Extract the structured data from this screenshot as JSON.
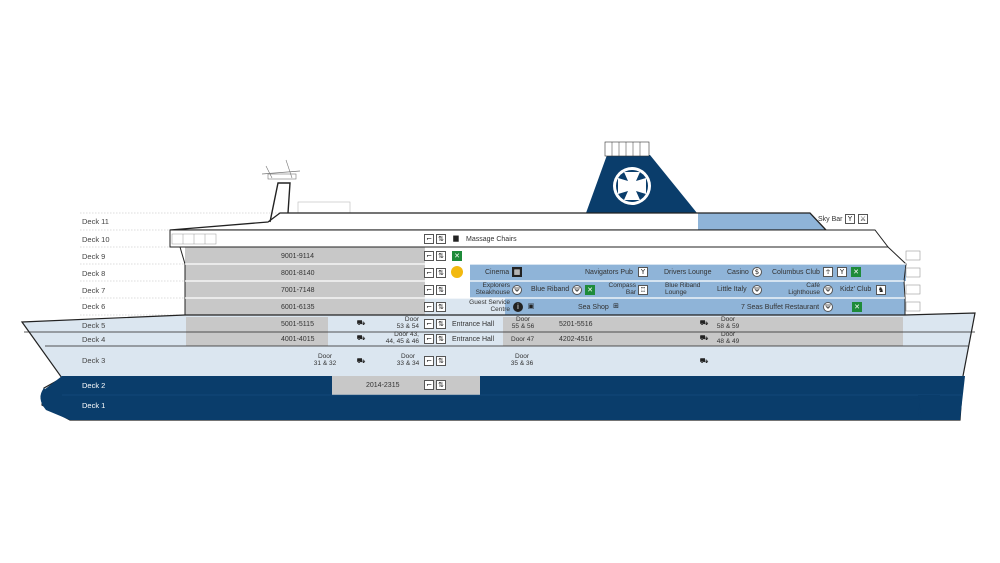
{
  "decks": {
    "deck11": "Deck 11",
    "deck10": "Deck 10",
    "deck9": "Deck 9",
    "deck8": "Deck 8",
    "deck7": "Deck 7",
    "deck6": "Deck 6",
    "deck5": "Deck 5",
    "deck4": "Deck 4",
    "deck3": "Deck 3",
    "deck2": "Deck 2",
    "deck1": "Deck 1"
  },
  "cabins": {
    "d9": "9001-9114",
    "d8": "8001-8140",
    "d7": "7001-7148",
    "d6": "6001-6135",
    "d5a": "5001-5115",
    "d5b": "5201-5516",
    "d4a": "4001-4015",
    "d4b": "4202-4516",
    "d2": "2014-2315"
  },
  "places": {
    "sky_bar": "Sky Bar",
    "massage_chairs": "Massage Chairs",
    "cinema": "Cinema",
    "navigators_pub": "Navigators Pub",
    "drivers_lounge": "Drivers Lounge",
    "casino": "Casino",
    "columbus_club": "Columbus Club",
    "explorers_1": "Explorers",
    "explorers_2": "Steakhouse",
    "blue_riband": "Blue Riband",
    "compass_1": "Compass",
    "compass_2": "Bar",
    "blue_riband_lounge_1": "Blue Riband",
    "blue_riband_lounge_2": "Lounge",
    "little_italy": "Little Italy",
    "cafe_1": "Café",
    "cafe_2": "Lighthouse",
    "kidz_club": "Kidz' Club",
    "guest_service_1": "Guest Service",
    "guest_service_2": "Centre",
    "sea_shop": "Sea Shop",
    "seven_seas": "7 Seas Buffet Restaurant",
    "entrance_hall_5": "Entrance Hall",
    "entrance_hall_4": "Entrance Hall"
  },
  "doors": {
    "d5_a1": "Door",
    "d5_a2": "53 & 54",
    "d5_b1": "Door",
    "d5_b2": "55 & 56",
    "d5_c1": "Door",
    "d5_c2": "58 & 59",
    "d4_a1": "Door 43,",
    "d4_a2": "44, 45 & 46",
    "d4_b": "Door 47",
    "d4_c1": "Door",
    "d4_c2": "48 & 49",
    "d3_a1": "Door",
    "d3_a2": "31 & 32",
    "d3_b1": "Door",
    "d3_b2": "33 & 34",
    "d3_c1": "Door",
    "d3_c2": "35 & 36"
  },
  "icons": {
    "stairs": "stairs-icon",
    "lift": "lift-icon",
    "sundeck": "sun-icon",
    "car": "car-icon",
    "bar": "cocktail-icon",
    "restaurant": "cutlery-icon",
    "no_smoking": "smoking-area-icon",
    "cinema": "cinema-icon",
    "casino": "casino-icon",
    "info": "info-icon",
    "shop": "shop-icon",
    "massage": "massage-chair-icon",
    "kids": "rocking-horse-icon"
  },
  "colors": {
    "navy": "#0a3d6b",
    "light_blue": "#dbe6f0",
    "mid_blue": "#8fb4d8",
    "grey": "#c8c8c8",
    "green": "#1e8b3a"
  }
}
